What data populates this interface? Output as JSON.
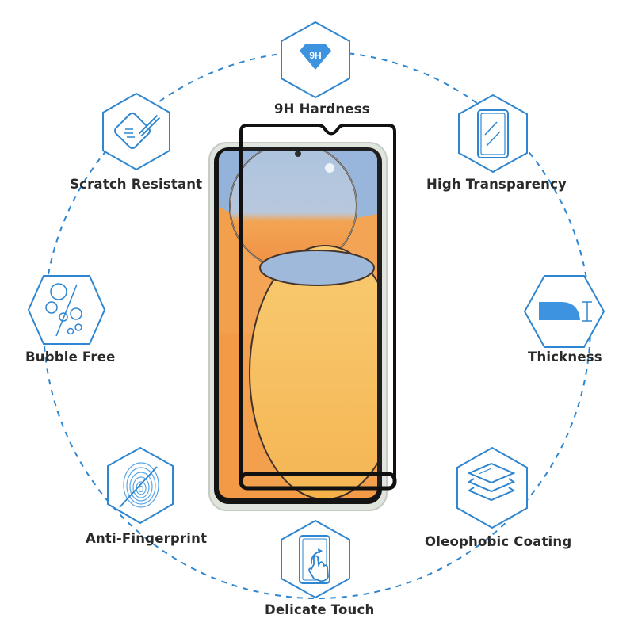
{
  "colors": {
    "accent": "#2f86d0",
    "accent_fill": "#3d93e0",
    "text": "#2a2a2a",
    "background": "#ffffff",
    "screen_orange": "#f3a44b",
    "screen_blue": "#8fb0d8",
    "protector_border": "#111111"
  },
  "product": {
    "image": "phone-with-tempered-glass-screen-protector"
  },
  "features": [
    {
      "id": "9h-hardness",
      "label": "9H Hardness",
      "icon": "diamond-9h-icon",
      "badge": "9H"
    },
    {
      "id": "high-transparency",
      "label": "High Transparency",
      "icon": "glass-panel-icon"
    },
    {
      "id": "thickness",
      "label": "Thickness",
      "icon": "thickness-profile-icon"
    },
    {
      "id": "oleophobic-coating",
      "label": "Oleophobic Coating",
      "icon": "stacked-layers-icon"
    },
    {
      "id": "delicate-touch",
      "label": "Delicate Touch",
      "icon": "touch-screen-hand-icon"
    },
    {
      "id": "anti-fingerprint",
      "label": "Anti-Fingerprint",
      "icon": "fingerprint-slash-icon"
    },
    {
      "id": "bubble-free",
      "label": "Bubble Free",
      "icon": "bubbles-slash-icon"
    },
    {
      "id": "scratch-resistant",
      "label": "Scratch Resistant",
      "icon": "scratch-pen-icon"
    }
  ]
}
